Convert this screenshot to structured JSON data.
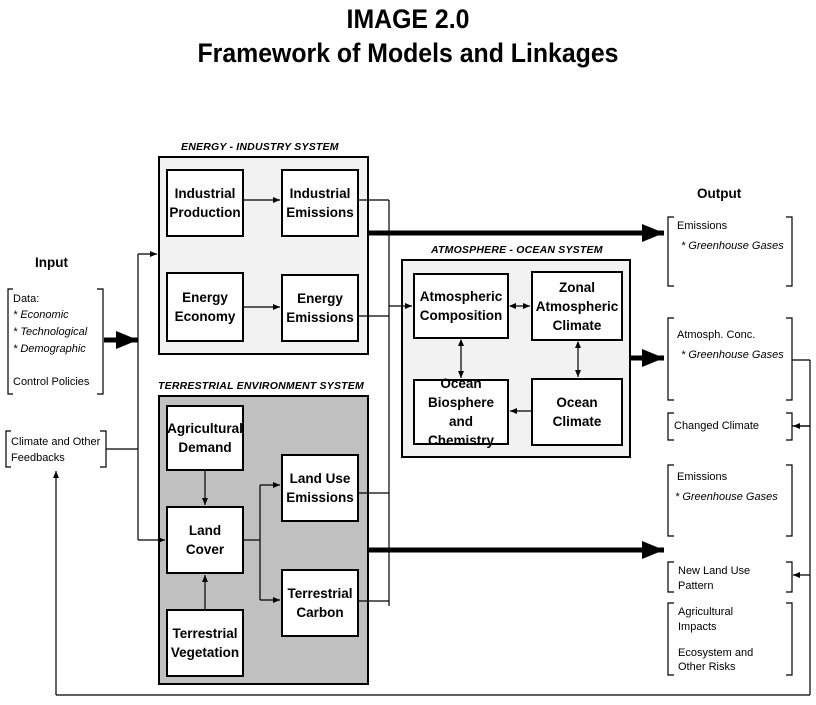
{
  "title": {
    "line1": "IMAGE 2.0",
    "line2": "Framework of Models and Linkages"
  },
  "systems": {
    "energy_industry": "ENERGY - INDUSTRY  SYSTEM",
    "terrestrial": "TERRESTRIAL  ENVIRONMENT SYSTEM",
    "atmosphere_ocean": "ATMOSPHERE - OCEAN  SYSTEM"
  },
  "boxes": {
    "industrial_production": "Industrial\nProduction",
    "industrial_emissions": "Industrial\nEmissions",
    "energy_economy": "Energy\nEconomy",
    "energy_emissions": "Energy\nEmissions",
    "agricultural_demand": "Agricultural\nDemand",
    "land_cover": "Land\nCover",
    "land_use_emissions": "Land Use\nEmissions",
    "terrestrial_carbon": "Terrestrial\nCarbon",
    "terrestrial_vegetation": "Terrestrial\nVegetation",
    "atmospheric_composition": "Atmospheric\nComposition",
    "zonal_atmospheric_climate": "Zonal\nAtmospheric\nClimate",
    "ocean_biosphere": "Ocean\nBiosphere\nand Chemistry",
    "ocean_climate": "Ocean\nClimate"
  },
  "input": {
    "heading": "Input",
    "data_label": "Data:",
    "economic": "* Economic",
    "technological": "* Technological",
    "demographic": "* Demographic",
    "control_policies": "Control Policies",
    "feedback_line1": "Climate and Other",
    "feedback_line2": "Feedbacks"
  },
  "output": {
    "heading": "Output",
    "emissions1": "Emissions",
    "ghg1": "* Greenhouse  Gases",
    "atmos_conc": "Atmosph. Conc.",
    "ghg2": "* Greenhouse  Gases",
    "changed_climate": "Changed Climate",
    "emissions2": "Emissions",
    "ghg3": "* Greenhouse  Gases",
    "new_land_use_1": "New Land Use",
    "new_land_use_2": "Pattern",
    "agri_impacts_1": "Agricultural",
    "agri_impacts_2": "Impacts",
    "ecosystem_1": "Ecosystem and",
    "ecosystem_2": "Other Risks"
  },
  "colors": {
    "energy_bg": "#f2f2f2",
    "terrestrial_bg": "#c0c0c0",
    "atmosphere_bg": "#f2f2f2"
  }
}
